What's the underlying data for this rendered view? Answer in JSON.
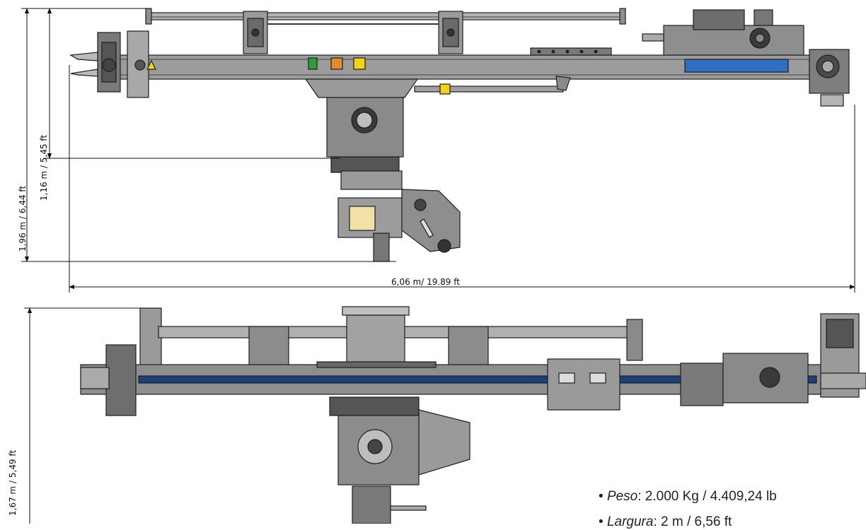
{
  "dimensions": {
    "height_total": "1,96 m / 6,44 ft",
    "height_partial": "1,16 m / 5,45 ft",
    "length": "6,06 m/ 19.89 ft",
    "height_side": "1,67 m / 5,49 ft"
  },
  "specs": [
    {
      "bullet": "•",
      "key": "Peso",
      "value": ": 2.000 Kg / 4.409,24 lb"
    },
    {
      "bullet": "•",
      "key": "Largura",
      "value": ": 2 m / 6,56 ft"
    }
  ],
  "colors": {
    "steel": "#8e8e8e",
    "steel_light": "#b4b4b4",
    "steel_dark": "#4a4a4a",
    "outline": "#1e1e1e",
    "blue_rail": "#1d3f7a",
    "label_blue": "#2e6fbf",
    "warning_yellow": "#f2d21b",
    "green_label": "#2f9e3b",
    "orange_label": "#e58a2a"
  }
}
